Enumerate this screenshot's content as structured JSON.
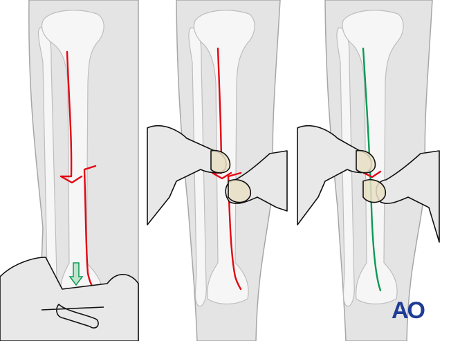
{
  "figure": {
    "panels": [
      {
        "id": 1,
        "line_color": "#e30613",
        "arrow_color": "#0a9a55",
        "arrow_icon": "arrow-down"
      },
      {
        "id": 2,
        "line_color": "#e30613"
      },
      {
        "id": 3,
        "line_color": "#0a9a55"
      }
    ],
    "logo": {
      "text": "AO",
      "color": "#1f3c96"
    }
  }
}
